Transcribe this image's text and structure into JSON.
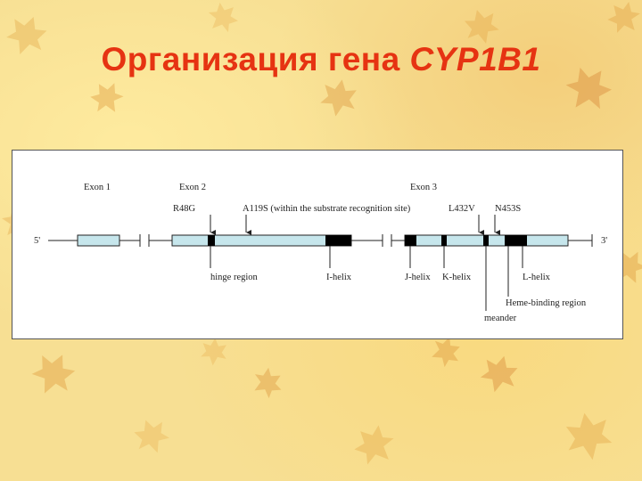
{
  "title": {
    "text": "Организация  гена ",
    "gene": "CYP1B1"
  },
  "diagram": {
    "exon_labels": [
      "Exon 1",
      "Exon 2",
      "Exon 3"
    ],
    "end_labels": {
      "five_prime": "5'",
      "three_prime": "3'"
    },
    "mutations": [
      "R48G",
      "A119S (within the substrate recognition site)",
      "L432V",
      "N453S"
    ],
    "regions": [
      "hinge region",
      "I-helix",
      "J-helix",
      "K-helix",
      "L-helix",
      "Heme-binding region",
      "meander"
    ]
  },
  "colors": {
    "title": "#e63312",
    "exon_fill": "#c6e6ec",
    "domain_fill": "#000000"
  }
}
